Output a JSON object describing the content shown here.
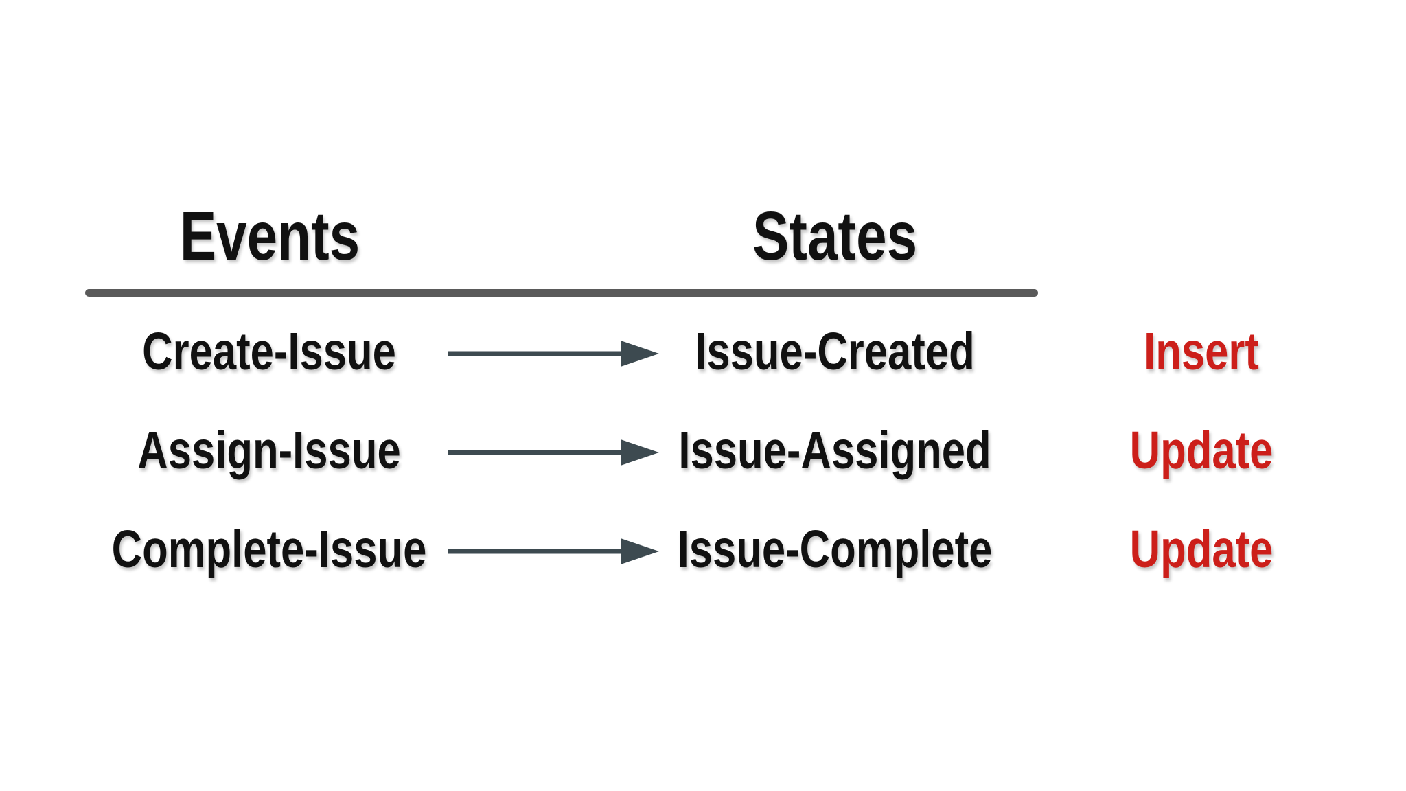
{
  "headers": {
    "events": "Events",
    "states": "States"
  },
  "rows": [
    {
      "event": "Create-Issue",
      "state": "Issue-Created",
      "operation": "Insert"
    },
    {
      "event": "Assign-Issue",
      "state": "Issue-Assigned",
      "operation": "Update"
    },
    {
      "event": "Complete-Issue",
      "state": "Issue-Complete",
      "operation": "Update"
    }
  ],
  "colors": {
    "text": "#111111",
    "operation": "#cc1f1a",
    "divider": "#5a5a5a",
    "arrow": "#3d4a50"
  },
  "icons": {
    "arrow": "right-arrow-icon"
  }
}
